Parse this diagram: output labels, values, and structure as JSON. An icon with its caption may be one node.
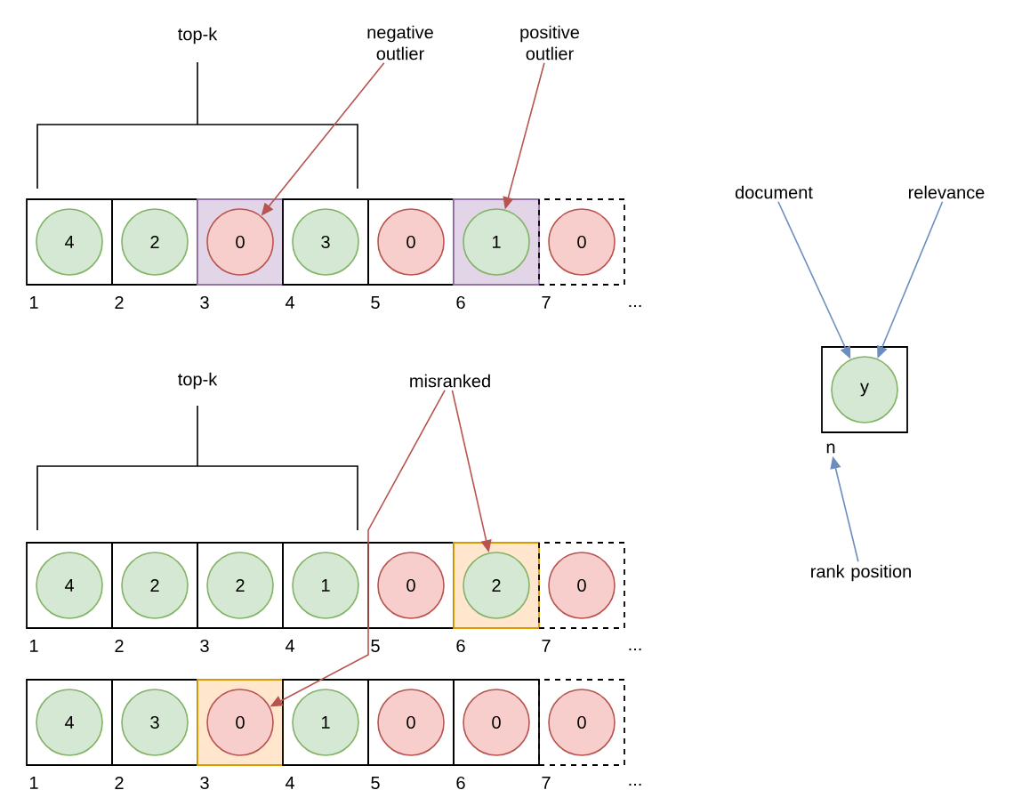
{
  "diagram": {
    "nodes": [
      {
        "text": [],
        "shape": "box",
        "beside": [
          "1"
        ]
      },
      {
        "text": [
          "4"
        ],
        "in": 0
      },
      {
        "text": [],
        "shape": "box",
        "beside": [
          "2"
        ]
      },
      {
        "text": [
          "2"
        ],
        "in": 2
      },
      {
        "text": [],
        "shape": "box",
        "beside": [
          "3"
        ]
      },
      {
        "text": [
          "0"
        ],
        "in": 4
      },
      {
        "text": [],
        "shape": "box",
        "beside": [
          "4"
        ]
      },
      {
        "text": [
          "3"
        ],
        "in": 6
      },
      {
        "text": [],
        "shape": "box",
        "beside": [
          "5"
        ]
      },
      {
        "text": [
          "0"
        ],
        "in": 8
      },
      {
        "text": [],
        "shape": "box",
        "beside": [
          "6"
        ]
      },
      {
        "text": [
          "1"
        ],
        "in": 10
      },
      {
        "text": [],
        "shape": "box",
        "beside": [
          "7"
        ]
      },
      {
        "text": [
          "0"
        ],
        "in": 12
      },
      {
        "text": [
          "negative outlier"
        ]
      },
      {
        "text": [
          "positive outlier"
        ]
      },
      {
        "text": [],
        "shape": "box",
        "beside": [
          "1"
        ]
      },
      {
        "text": [
          "4"
        ],
        "in": 16
      },
      {
        "text": [],
        "shape": "box",
        "beside": [
          "2"
        ]
      },
      {
        "text": [
          "2"
        ],
        "in": 18
      },
      {
        "text": [],
        "shape": "box",
        "beside": [
          "3"
        ]
      },
      {
        "text": [
          "2"
        ],
        "in": 20
      },
      {
        "text": [],
        "shape": "box",
        "beside": [
          "4"
        ]
      },
      {
        "text": [
          "1"
        ],
        "in": 22
      },
      {
        "text": [],
        "shape": "box",
        "beside": [
          "5"
        ]
      },
      {
        "text": [
          "0"
        ],
        "in": 24
      },
      {
        "text": [],
        "shape": "box",
        "beside": [
          "6"
        ]
      },
      {
        "text": [
          "2"
        ],
        "in": 26
      },
      {
        "text": [],
        "shape": "box",
        "beside": [
          "7"
        ]
      },
      {
        "text": [
          "0"
        ],
        "in": 28
      },
      {
        "text": [
          "misranked"
        ]
      },
      {
        "text": [],
        "shape": "box",
        "beside": [
          "1"
        ]
      },
      {
        "text": [
          "4"
        ],
        "in": 31
      },
      {
        "text": [],
        "shape": "box",
        "beside": [
          "2"
        ]
      },
      {
        "text": [
          "3"
        ],
        "in": 33
      },
      {
        "text": [],
        "shape": "box",
        "beside": [
          "3"
        ]
      },
      {
        "text": [
          "0"
        ],
        "in": 35
      },
      {
        "text": [],
        "shape": "box",
        "beside": [
          "4"
        ]
      },
      {
        "text": [
          "1"
        ],
        "in": 37
      },
      {
        "text": [],
        "shape": "box",
        "beside": [
          "5"
        ]
      },
      {
        "text": [
          "0"
        ],
        "in": 39
      },
      {
        "text": [],
        "shape": "box",
        "beside": [
          "6"
        ]
      },
      {
        "text": [
          "0"
        ],
        "in": 41
      },
      {
        "text": [],
        "shape": "box",
        "beside": [
          "7"
        ]
      },
      {
        "text": [
          "0"
        ],
        "in": 43
      },
      {
        "text": [
          "document"
        ]
      },
      {
        "text": [
          "relevance"
        ]
      },
      {
        "text": [],
        "shape": "box"
      },
      {
        "text": [
          "y"
        ],
        "in": 47
      },
      {
        "text": [
          "n"
        ]
      },
      {
        "text": [
          "rank position"
        ]
      }
    ],
    "edges": [
      {
        "from": 14,
        "to": 5,
        "arrow": "to",
        "color": "#b85450"
      },
      {
        "from": 15,
        "to": 11,
        "arrow": "to",
        "color": "#b85450"
      },
      {
        "from": 30,
        "to": 27,
        "arrow": "to",
        "color": "#b85450"
      },
      {
        "from": 30,
        "to": 36,
        "arrow": "to",
        "color": "#b85450"
      },
      {
        "from": 45,
        "to": 48,
        "arrow": "to",
        "color": "#6c8ebf"
      },
      {
        "from": 46,
        "to": 48,
        "arrow": "to",
        "color": "#6c8ebf"
      },
      {
        "from": 50,
        "to": 49,
        "arrow": "to",
        "color": "#6c8ebf"
      }
    ],
    "labels": [
      "top-k",
      "...",
      "top-k",
      "...",
      "..."
    ]
  }
}
